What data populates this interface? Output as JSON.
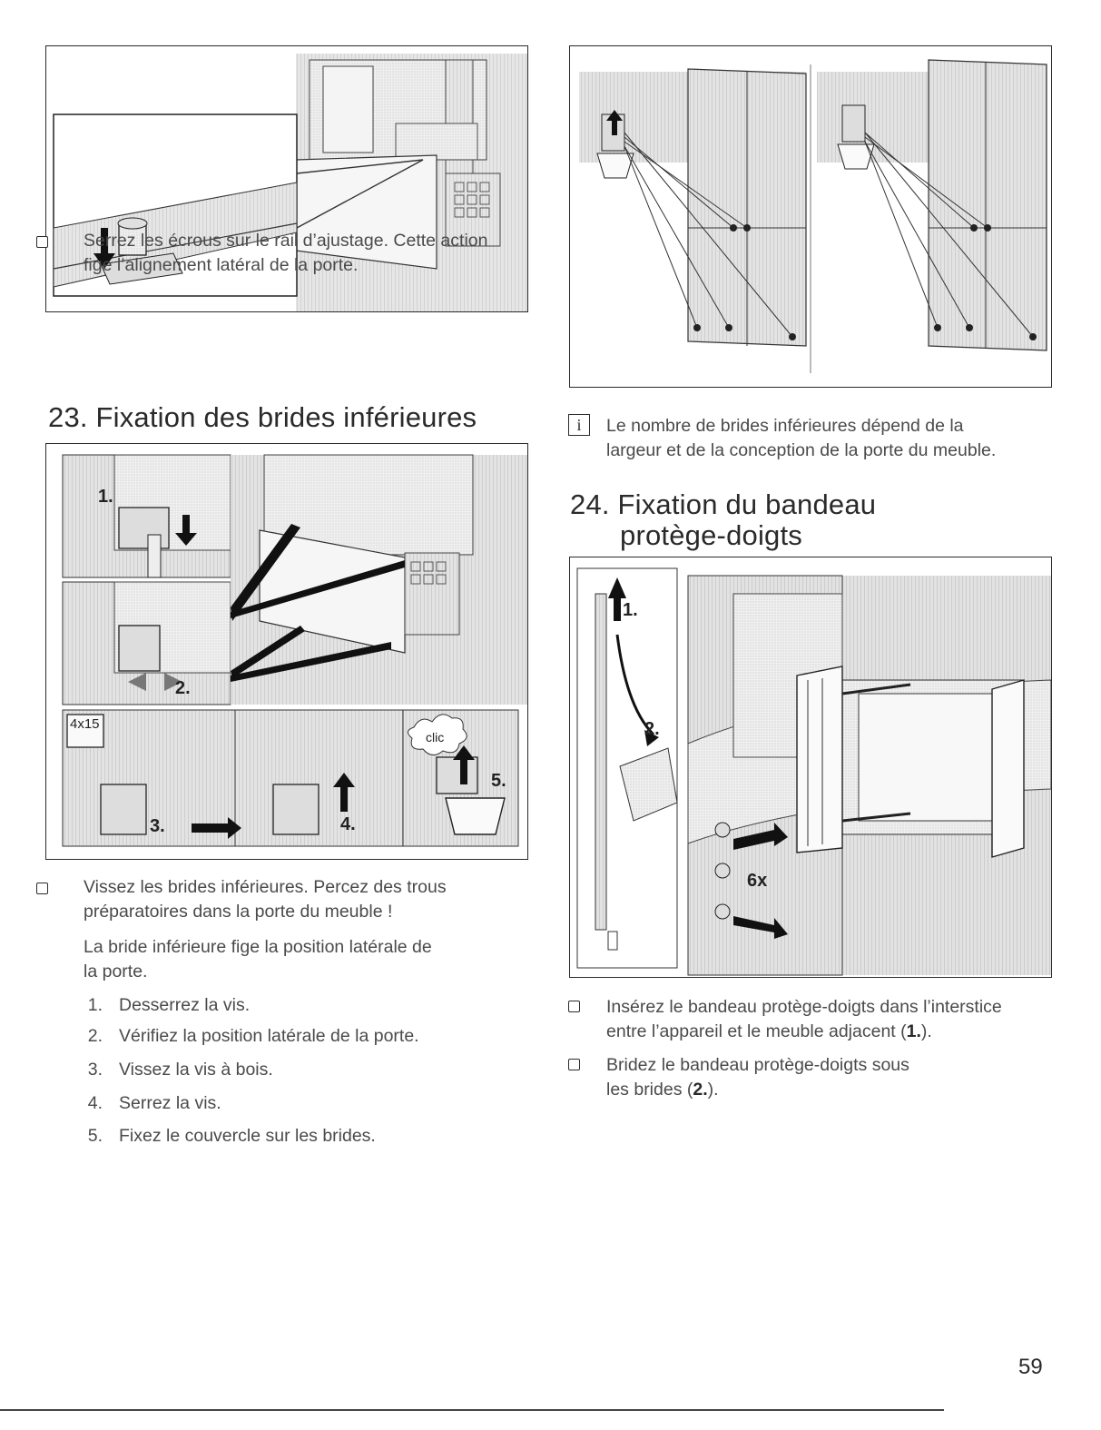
{
  "left": {
    "para1_line1": "Serrez les écrous sur le rail d’ajustage. Cette action",
    "para1_line2": "fige l’alignement latéral de la porte.",
    "section23_title": "23. Fixation des brides inférieures",
    "fig23_labels": {
      "s1": "1.",
      "s2": "2.",
      "s3": "3.",
      "s4": "4.",
      "s5": "5.",
      "screws": "4x15",
      "clic": "clic"
    },
    "para2_line1": "Vissez les brides inférieures. Percez des trous",
    "para2_line2": "préparatoires dans la porte du meuble !",
    "para3_line1": "La bride inférieure fige la position latérale de",
    "para3_line2": "la porte.",
    "steps": [
      {
        "n": "1.",
        "text": "Desserrez la vis."
      },
      {
        "n": "2.",
        "text": "Vérifiez la position latérale de la porte."
      },
      {
        "n": "3.",
        "text": "Vissez la vis à bois."
      },
      {
        "n": "4.",
        "text": "Serrez la vis."
      },
      {
        "n": "5.",
        "text": "Fixez le couvercle sur les brides."
      }
    ]
  },
  "right": {
    "info_icon": "i",
    "info_line1": "Le nombre de brides inférieures dépend de la",
    "info_line2": "largeur et de la conception de la porte du meuble.",
    "section24_line1": "24. Fixation du bandeau",
    "section24_line2": "protège-doigts",
    "fig24_labels": {
      "s1": "1.",
      "s2": "2.",
      "count": "6x"
    },
    "para4_line1": "Insérez le bandeau protège-doigts dans l’interstice",
    "para4_line2_pre": "entre l’appareil et le meuble adjacent (",
    "para4_line2_bold": "1.",
    "para4_line2_post": ").",
    "para5_line1": "Bridez le bandeau protège-doigts sous",
    "para5_line2_pre": "les brides (",
    "para5_line2_bold": "2.",
    "para5_line2_post": ")."
  },
  "page_number": "59"
}
